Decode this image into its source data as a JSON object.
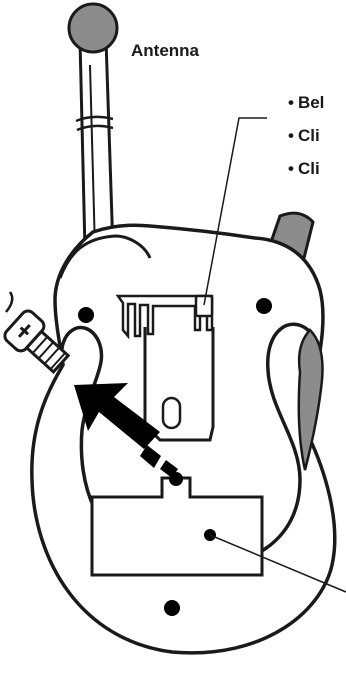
{
  "labels": {
    "antenna": "Antenna",
    "bullets": [
      {
        "marker": "•",
        "text": "Bel"
      },
      {
        "marker": "•",
        "text": "Cli"
      },
      {
        "marker": "•",
        "text": "Cli"
      }
    ]
  },
  "colors": {
    "outline": "#1a1a1a",
    "knob_fill": "#8c8c8c",
    "body_fill": "#ffffff",
    "arrow_fill": "#000000"
  }
}
